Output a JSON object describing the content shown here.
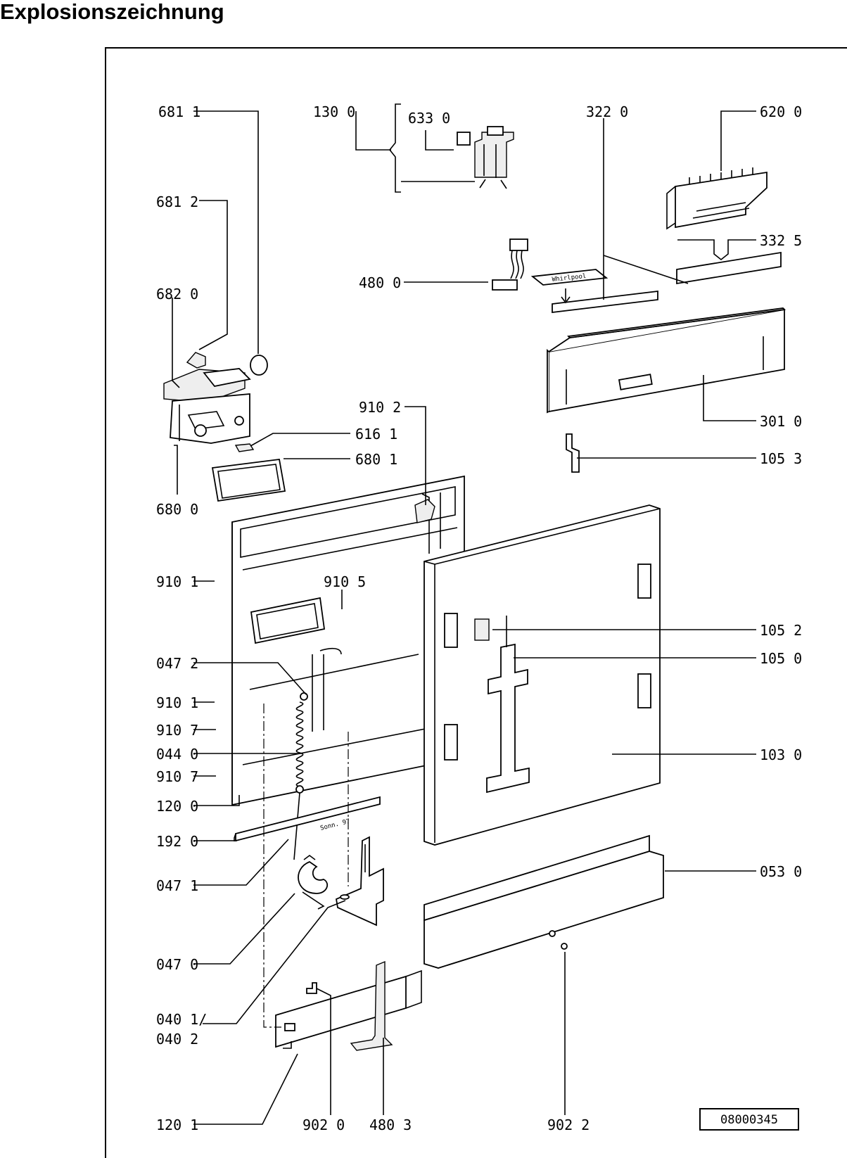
{
  "page": {
    "title": "Explosionszeichnung",
    "drawing_number": "08000345"
  },
  "parts": [
    {
      "id": "p6811",
      "label": "681 1"
    },
    {
      "id": "p1300",
      "label": "130 0"
    },
    {
      "id": "p6330",
      "label": "633 0"
    },
    {
      "id": "p3220",
      "label": "322 0"
    },
    {
      "id": "p6200",
      "label": "620 0"
    },
    {
      "id": "p6812",
      "label": "681 2"
    },
    {
      "id": "p3325",
      "label": "332 5"
    },
    {
      "id": "p4800",
      "label": "480 0"
    },
    {
      "id": "p6820",
      "label": "682 0"
    },
    {
      "id": "p9102",
      "label": "910 2"
    },
    {
      "id": "p3010",
      "label": "301 0"
    },
    {
      "id": "p6161",
      "label": "616 1"
    },
    {
      "id": "p6801",
      "label": "680 1"
    },
    {
      "id": "p1053",
      "label": "105 3"
    },
    {
      "id": "p6800",
      "label": "680 0"
    },
    {
      "id": "p9101a",
      "label": "910 1"
    },
    {
      "id": "p9105",
      "label": "910 5"
    },
    {
      "id": "p1052",
      "label": "105 2"
    },
    {
      "id": "p1050",
      "label": "105 0"
    },
    {
      "id": "p0472",
      "label": "047 2"
    },
    {
      "id": "p9101b",
      "label": "910 1"
    },
    {
      "id": "p9107a",
      "label": "910 7"
    },
    {
      "id": "p0440",
      "label": "044 0"
    },
    {
      "id": "p1030",
      "label": "103 0"
    },
    {
      "id": "p9107b",
      "label": "910 7"
    },
    {
      "id": "p1200",
      "label": "120 0"
    },
    {
      "id": "p1920",
      "label": "192 0"
    },
    {
      "id": "p0471",
      "label": "047 1"
    },
    {
      "id": "p0530",
      "label": "053 0"
    },
    {
      "id": "p0470",
      "label": "047 0"
    },
    {
      "id": "p0401",
      "label": "040 1/"
    },
    {
      "id": "p0402",
      "label": "040 2"
    },
    {
      "id": "p1201",
      "label": "120 1"
    },
    {
      "id": "p9020",
      "label": "902 0"
    },
    {
      "id": "p4803",
      "label": "480 3"
    },
    {
      "id": "p9022",
      "label": "902 2"
    }
  ],
  "embedded_text": {
    "nameplate": "Whirlpool",
    "stamp": "Sonn. 97"
  }
}
